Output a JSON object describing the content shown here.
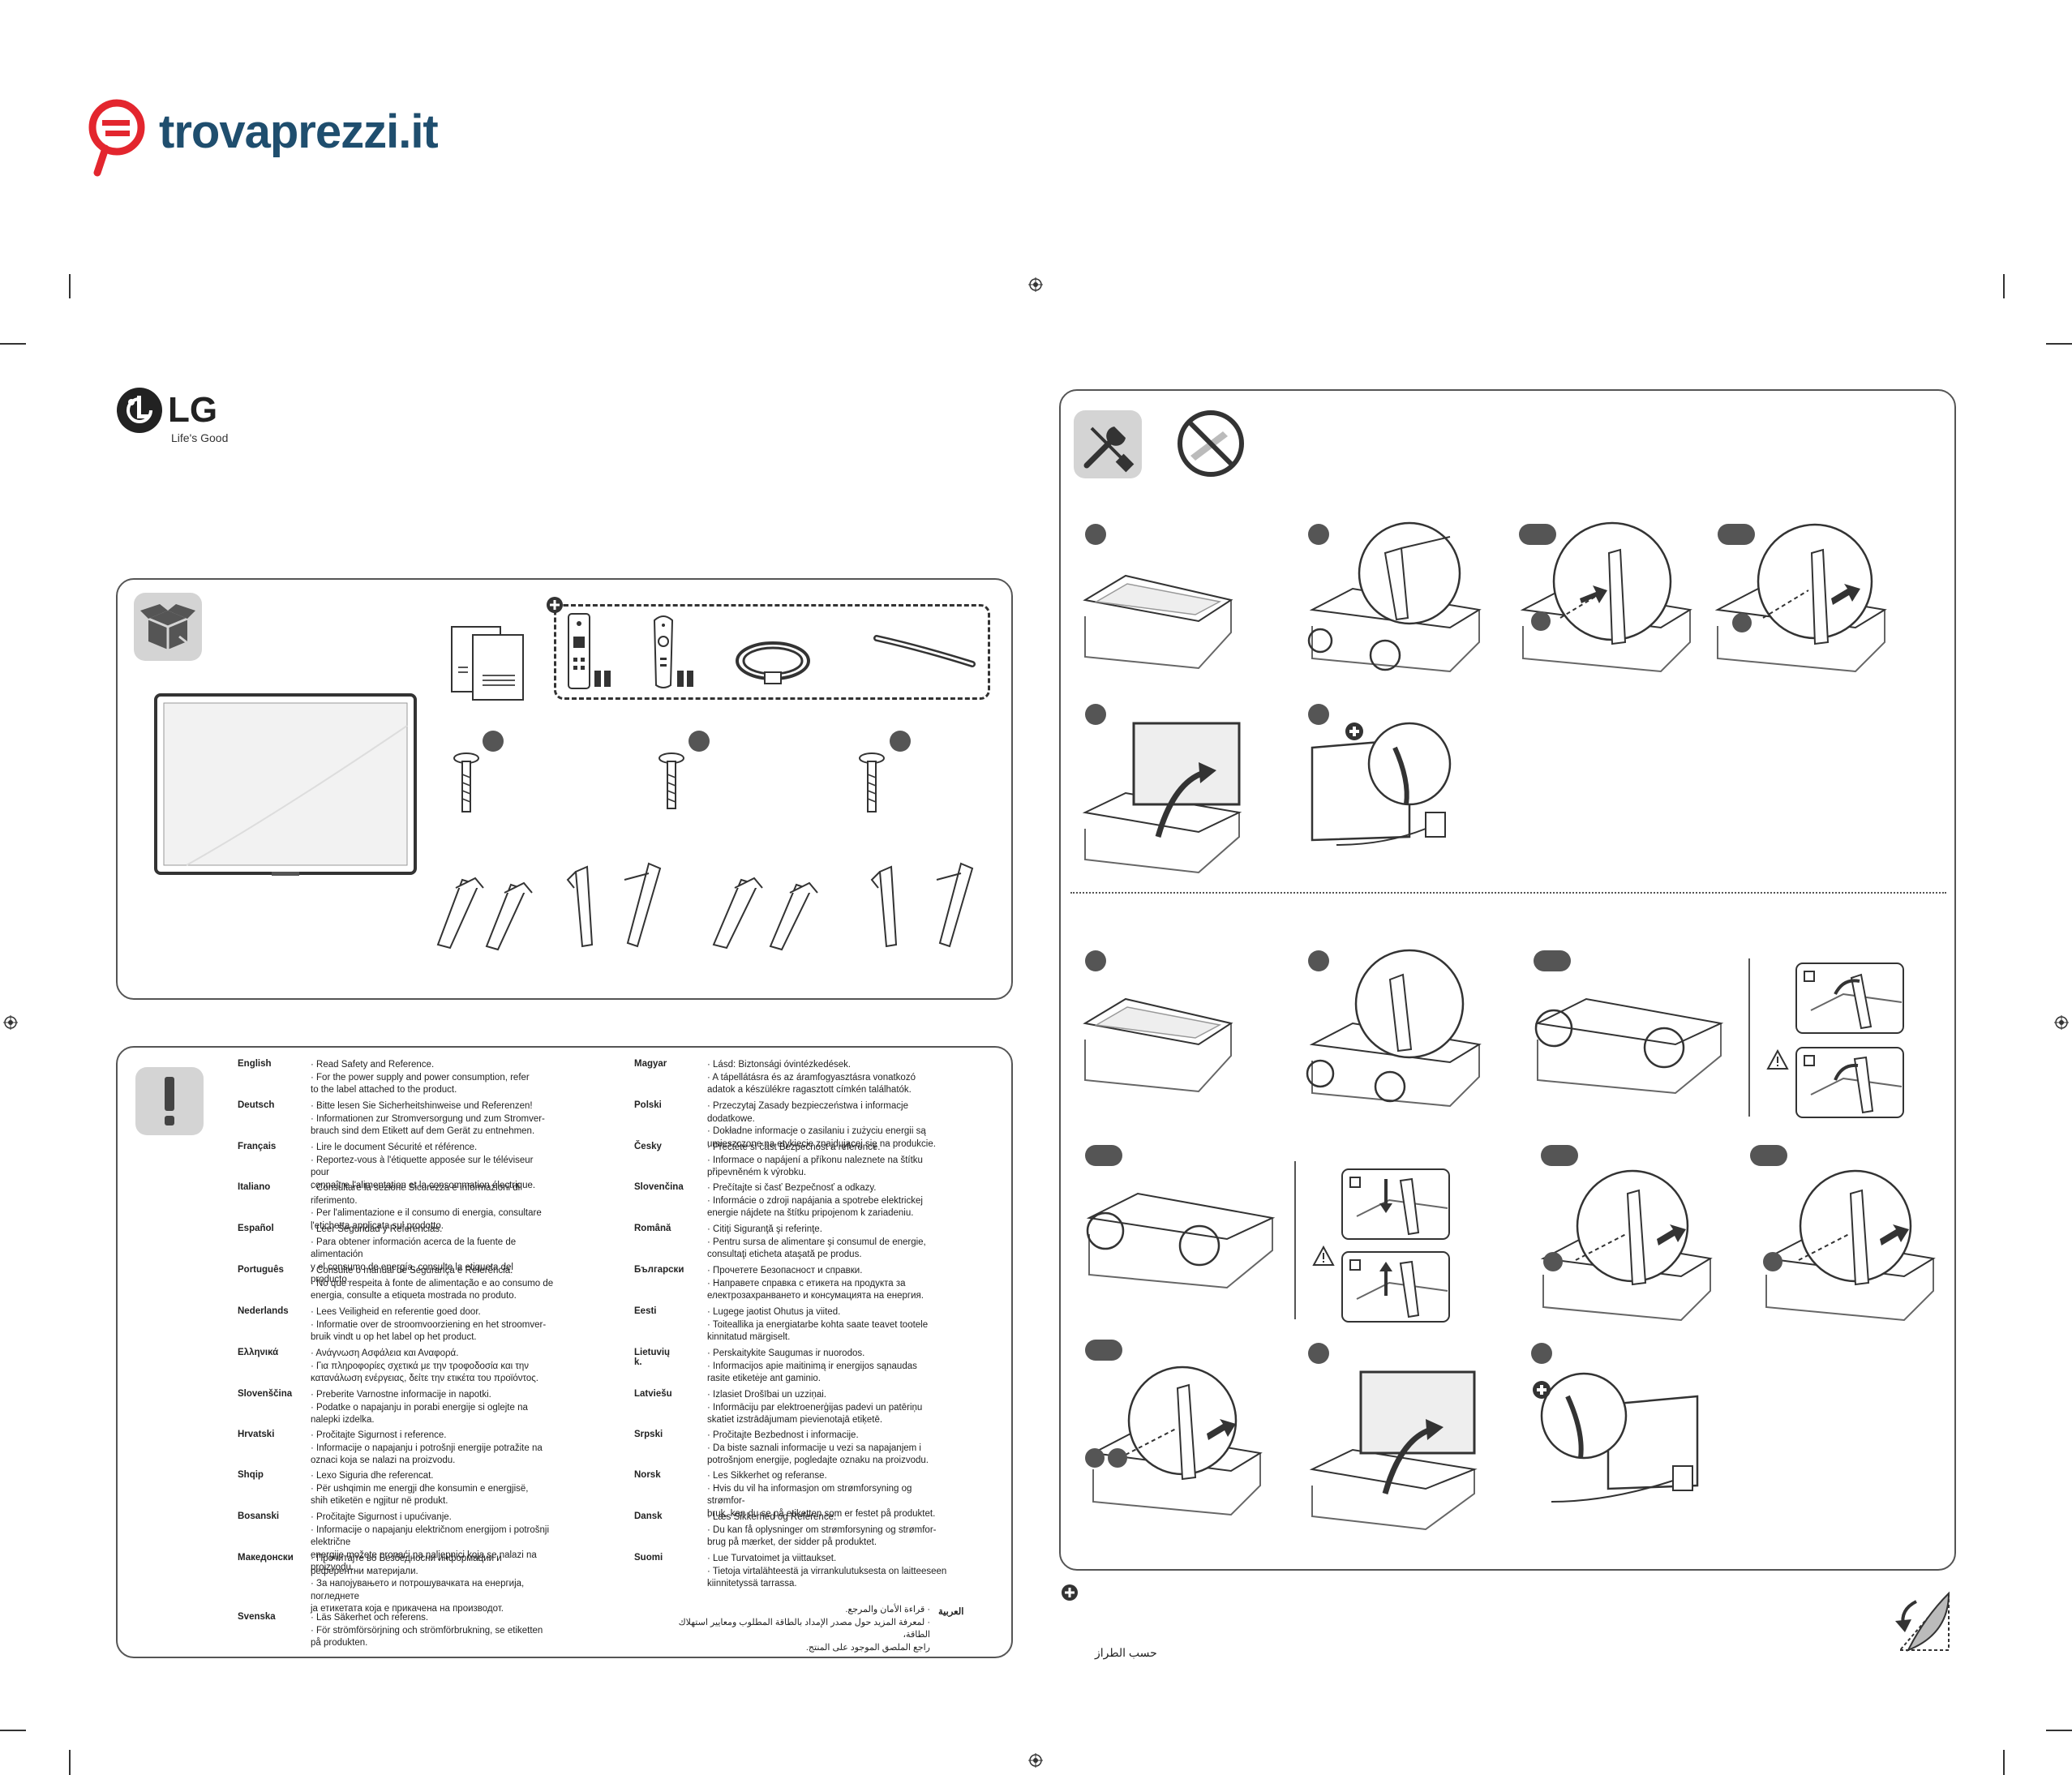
{
  "brand": {
    "trovaprezzi_logo": "trovaprezzi.it",
    "lg_logo": "LG",
    "lg_tagline": "Life's Good"
  },
  "warning_panel": {
    "languages_left": [
      {
        "name": "English",
        "text": "· Read Safety and Reference.\n· For the power supply and power consumption, refer\n  to the label attached to the product."
      },
      {
        "name": "Deutsch",
        "text": "· Bitte lesen Sie Sicherheitshinweise und Referenzen!\n· Informationen zur Stromversorgung und zum Stromver-\n  brauch sind dem Etikett auf dem Gerät zu entnehmen."
      },
      {
        "name": "Français",
        "text": "· Lire le document Sécurité et référence.\n· Reportez-vous à l'étiquette apposée sur le téléviseur pour\n  connaître l'alimentation et la consommation électrique."
      },
      {
        "name": "Italiano",
        "text": "· Consultare la sezione Sicurezza e informazioni di riferimento.\n· Per l'alimentazione e il consumo di energia, consultare\n  l'etichetta applicata sul prodotto."
      },
      {
        "name": "Español",
        "text": "· Leer Seguridad y Referencias.\n· Para obtener información acerca de la fuente de alimentación\n  y el consumo de energía, consulte la etiqueta del producto."
      },
      {
        "name": "Português",
        "text": "· Consulte o manual de Segurança e Referência.\n· No que respeita à fonte de alimentação e ao consumo de\n  energia, consulte a etiqueta mostrada no produto."
      },
      {
        "name": "Nederlands",
        "text": "· Lees Veiligheid en referentie goed door.\n· Informatie over de stroomvoorziening en het stroomver-\n  bruik vindt u op het label op het product."
      },
      {
        "name": "Ελληνικά",
        "text": "· Ανάγνωση Ασφάλεια και Αναφορά.\n· Για πληροφορίες σχετικά με την τροφοδοσία και την\n  κατανάλωση ενέργειας, δείτε την ετικέτα του προϊόντος."
      },
      {
        "name": "Slovenščina",
        "text": "· Preberite Varnostne informacije in napotki.\n· Podatke o napajanju in porabi energije si oglejte na\n  nalepki izdelka."
      },
      {
        "name": "Hrvatski",
        "text": "· Pročitajte Sigurnost i reference.\n· Informacije o napajanju i potrošnji energije potražite na\n  oznaci koja se nalazi na proizvodu."
      },
      {
        "name": "Shqip",
        "text": "· Lexo Siguria dhe referencat.\n· Për ushqimin me energji dhe konsumin e energjisë,\n  shih etiketën e ngjitur në produkt."
      },
      {
        "name": "Bosanski",
        "text": "· Pročitajte Sigurnost i upućivanje.\n· Informacije o napajanju električnom energijom i potrošnji električne\n  energije možete pronaći na naljepnici koja se nalazi na proizvodu."
      },
      {
        "name": "Македонски",
        "text": "· Прочитајте во Безбедносни информации и\n  референтни материјали.\n· За напојувањето и потрошувачката на енергија, погледнете\n  ја етикетата која е прикачена на производот."
      },
      {
        "name": "Svenska",
        "text": "· Läs Säkerhet och referens.\n· För strömförsörjning och strömförbrukning, se etiketten\n  på produkten."
      }
    ],
    "languages_right": [
      {
        "name": "Magyar",
        "text": "· Lásd: Biztonsági óvintézkedések.\n· A tápellátásra és az áramfogyasztásra vonatkozó\n  adatok a készülékre ragasztott címkén találhatók."
      },
      {
        "name": "Polski",
        "text": "· Przeczytaj Zasady bezpieczeństwa i informacje dodatkowe.\n· Dokładne informacje o zasilaniu i zużyciu energii są\n  umieszczone na etykiecie znajdującej się na produkcie."
      },
      {
        "name": "Česky",
        "text": "· Přečtěte si část Bezpečnost a reference.\n· Informace o napájení a příkonu naleznete na štítku\n  připevněném k výrobku."
      },
      {
        "name": "Slovenčina",
        "text": "· Prečítajte si časť Bezpečnosť a odkazy.\n· Informácie o zdroji napájania a spotrebe elektrickej\n  energie nájdete na štítku pripojenom k zariadeniu."
      },
      {
        "name": "Română",
        "text": "· Citiţi Siguranţă şi referinţe.\n· Pentru sursa de alimentare şi consumul de energie,\n  consultaţi eticheta ataşată pe produs."
      },
      {
        "name": "Български",
        "text": "· Прочетете Безопасност и справки.\n· Направете справка с етикета на продукта за\n  електрозахранването и консумацията на енергия."
      },
      {
        "name": "Eesti",
        "text": "· Lugege jaotist Ohutus ja viited.\n· Toiteallika ja energiatarbe kohta saate teavet tootele\n  kinnitatud märgiselt."
      },
      {
        "name": "Lietuvių k.",
        "text": "· Perskaitykite Saugumas ir nuorodos.\n· Informacijos apie maitinimą ir energijos sąnaudas\n  rasite etiketėje ant gaminio."
      },
      {
        "name": "Latviešu",
        "text": "· Izlasiet Drošībai un uzziņai.\n· Informāciju par elektroenerģijas padevi un patēriņu\n  skatiet izstrādājumam pievienotajā etiķetē."
      },
      {
        "name": "Srpski",
        "text": "· Pročitajte Bezbednost i informacije.\n· Da biste saznali informacije u vezi sa napajanjem i\n  potrošnjom energije, pogledajte oznaku na proizvodu."
      },
      {
        "name": "Norsk",
        "text": "· Les Sikkerhet og referanse.\n· Hvis du vil ha informasjon om strømforsyning og strømfor-\n  bruk, kan du se på etiketten som er festet på produktet."
      },
      {
        "name": "Dansk",
        "text": "· Læs Sikkerhed og Reference.\n· Du kan få oplysninger om strømforsyning og strømfor-\n  brug på mærket, der sidder på produktet."
      },
      {
        "name": "Suomi",
        "text": "· Lue Turvatoimet ja viittaukset.\n· Tietoja virtalähteestä ja virrankulutuksesta on laitteeseen\n  kiinnitetyssä tarrassa."
      }
    ],
    "arabic_name": "العربية",
    "arabic_text": "· قراءة الأمان والمرجع.\n· لمعرفة المزيد حول مصدر الإمداد بالطاقة المطلوب ومعايير استهلاك الطاقة،\n  راجع الملصق الموجود على المنتج."
  },
  "footer": {
    "arabic_note": "حسب الطراز"
  },
  "colors": {
    "trovaprezzi_blue": "#1f4e6e",
    "trovaprezzi_red": "#e3262e",
    "panel_border": "#555555",
    "icon_bg": "#d4d4d4"
  }
}
